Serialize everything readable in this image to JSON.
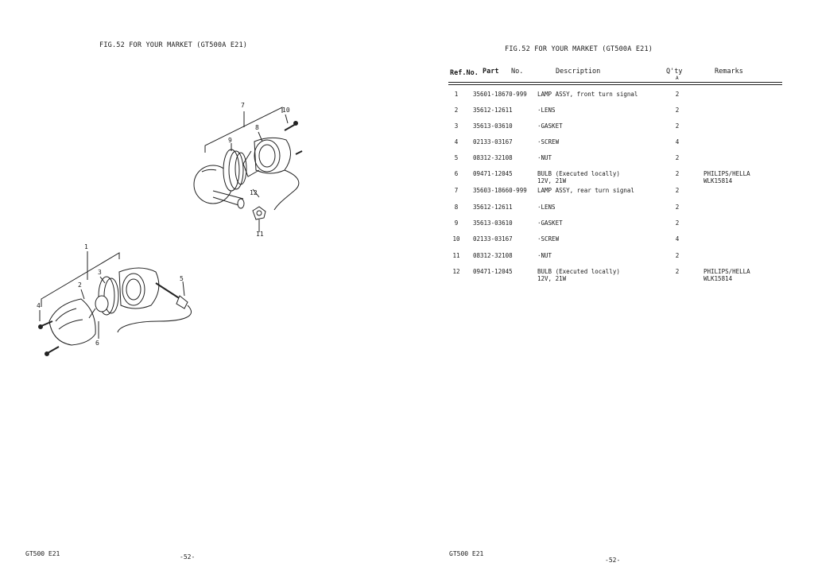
{
  "left_page": {
    "title": "FIG.52  FOR YOUR MARKET (GT500A E21)",
    "callouts": [
      "7",
      "10",
      "8",
      "9",
      "12",
      "11",
      "1",
      "3",
      "2",
      "5",
      "4",
      "6"
    ],
    "footer_model": "GT500 E21",
    "footer_page": "-52-"
  },
  "right_page": {
    "title": "FIG.52  FOR YOUR MARKET (GT500A E21)",
    "columns": {
      "ref": "Ref.No.",
      "part": "Part",
      "no": "No.",
      "description": "Description",
      "qty": "Q'ty",
      "qty_sub": "A",
      "remarks": "Remarks"
    },
    "rows": [
      {
        "ref": "1",
        "part": "35601-18670-999",
        "desc": "LAMP ASSY, front turn signal",
        "desc2": "",
        "qty": "2",
        "rem": "",
        "rem2": ""
      },
      {
        "ref": "2",
        "part": "35612-12611",
        "desc": "·LENS",
        "desc2": "",
        "qty": "2",
        "rem": "",
        "rem2": ""
      },
      {
        "ref": "3",
        "part": "35613-03610",
        "desc": "·GASKET",
        "desc2": "",
        "qty": "2",
        "rem": "",
        "rem2": ""
      },
      {
        "ref": "4",
        "part": "02133-03167",
        "desc": "·SCREW",
        "desc2": "",
        "qty": "4",
        "rem": "",
        "rem2": ""
      },
      {
        "ref": "5",
        "part": "08312-32108",
        "desc": "·NUT",
        "desc2": "",
        "qty": "2",
        "rem": "",
        "rem2": ""
      },
      {
        "ref": "6",
        "part": "09471-12045",
        "desc": "BULB (Executed locally)",
        "desc2": "12V, 21W",
        "qty": "2",
        "rem": "PHILIPS/HELLA",
        "rem2": "WLK15814"
      },
      {
        "ref": "7",
        "part": "35603-18660-999",
        "desc": "LAMP ASSY, rear turn signal",
        "desc2": "",
        "qty": "2",
        "rem": "",
        "rem2": ""
      },
      {
        "ref": "8",
        "part": "35612-12611",
        "desc": "·LENS",
        "desc2": "",
        "qty": "2",
        "rem": "",
        "rem2": ""
      },
      {
        "ref": "9",
        "part": "35613-03610",
        "desc": "·GASKET",
        "desc2": "",
        "qty": "2",
        "rem": "",
        "rem2": ""
      },
      {
        "ref": "10",
        "part": "02133-03167",
        "desc": "·SCREW",
        "desc2": "",
        "qty": "4",
        "rem": "",
        "rem2": ""
      },
      {
        "ref": "11",
        "part": "08312-32108",
        "desc": "·NUT",
        "desc2": "",
        "qty": "2",
        "rem": "",
        "rem2": ""
      },
      {
        "ref": "12",
        "part": "09471-12045",
        "desc": "BULB (Executed locally)",
        "desc2": "12V, 21W",
        "qty": "2",
        "rem": "PHILIPS/HELLA",
        "rem2": "WLK15814"
      }
    ],
    "footer_model": "GT500 E21",
    "footer_page": "-52-"
  }
}
